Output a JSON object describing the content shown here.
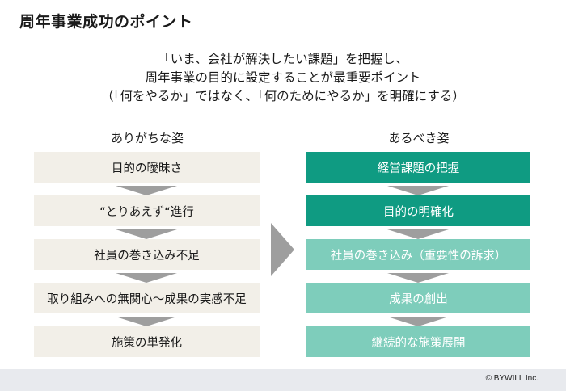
{
  "title": "周年事業成功のポイント",
  "lead": {
    "line1": "「いま、会社が解決したい課題」を把握し、",
    "line2": "周年事業の目的に設定することが最重要ポイント",
    "line3": "（「何をやるか」ではなく、「何のためにやるか」を明確にする）"
  },
  "left_column": {
    "heading": "ありがちな姿",
    "items": [
      "目的の曖昧さ",
      "“とりあえず“進行",
      "社員の巻き込み不足",
      "取り組みへの無関心～成果の実感不足",
      "施策の単発化"
    ]
  },
  "right_column": {
    "heading": "あるべき姿",
    "items": [
      "経営課題の把握",
      "目的の明確化",
      "社員の巻き込み（重要性の訴求）",
      "成果の創出",
      "継続的な施策展開"
    ]
  },
  "colors": {
    "dark_teal": "#0f9b82",
    "light_teal": "#7ecdbb",
    "beige": "#f2efe8",
    "arrow_gray": "#9e9e9e"
  },
  "footer": {
    "copyright": "© BYWILL Inc."
  }
}
